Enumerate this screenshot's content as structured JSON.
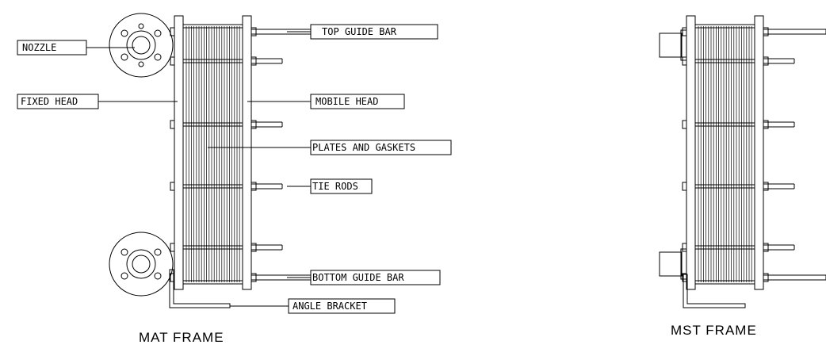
{
  "labels": {
    "nozzle": "NOZZLE",
    "fixed_head": "FIXED HEAD",
    "top_guide_bar": "TOP GUIDE BAR",
    "mobile_head": "MOBILE HEAD",
    "plates_and_gaskets": "PLATES AND GASKETS",
    "tie_rods": "TIE RODS",
    "bottom_guide_bar": "BOTTOM GUIDE BAR",
    "angle_bracket": "ANGLE BRACKET"
  },
  "captions": {
    "mat_frame": "MAT FRAME",
    "mst_frame": "MST FRAME"
  },
  "colors": {
    "line": "#000000",
    "background": "#ffffff"
  }
}
